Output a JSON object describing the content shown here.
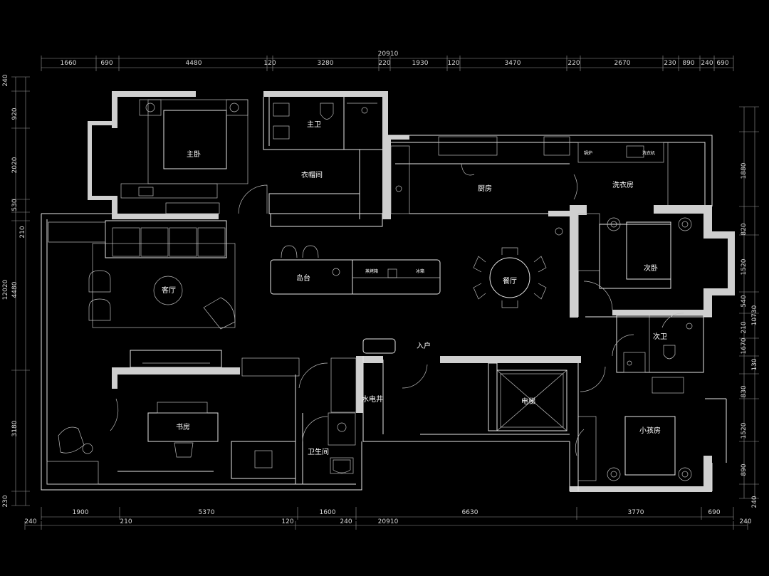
{
  "rooms": {
    "master_bedroom": "主卧",
    "master_bath": "主卫",
    "walkin_closet": "衣帽间",
    "kitchen": "厨房",
    "laundry": "洗衣房",
    "living_room": "客厅",
    "island": "岛台",
    "dining": "餐厅",
    "second_bedroom": "次卧",
    "second_bath": "次卫",
    "entrance": "入户",
    "study": "书房",
    "water_elec_shaft": "水电井",
    "elevator": "电梯",
    "bathroom": "卫生间",
    "kids_room": "小孩房"
  },
  "fixture_labels": {
    "island_a": "蒸烤箱",
    "island_b": "冰箱",
    "laundry_a": "锅炉",
    "laundry_b": "洗衣机"
  },
  "dimensions": {
    "top_total": "20910",
    "top_segments": [
      "1660",
      "690",
      "4480",
      "120",
      "3280",
      "220",
      "1930",
      "120",
      "3470",
      "220",
      "2670",
      "230",
      "890",
      "240",
      "690"
    ],
    "bottom_total": "20910",
    "bottom_upper": [
      "1900",
      "5370",
      "1600",
      "6630",
      "3770",
      "690"
    ],
    "bottom_lower": [
      "240",
      "210",
      "120",
      "240",
      "240"
    ],
    "left_total": "12020",
    "left_segments": [
      "240",
      "920",
      "2020",
      "530",
      "210",
      "4480",
      "3180",
      "230"
    ],
    "right_total": "10730",
    "right_segments": [
      "1880",
      "820",
      "1520",
      "540",
      "210",
      "1670",
      "130",
      "830",
      "1520",
      "890",
      "240"
    ]
  }
}
